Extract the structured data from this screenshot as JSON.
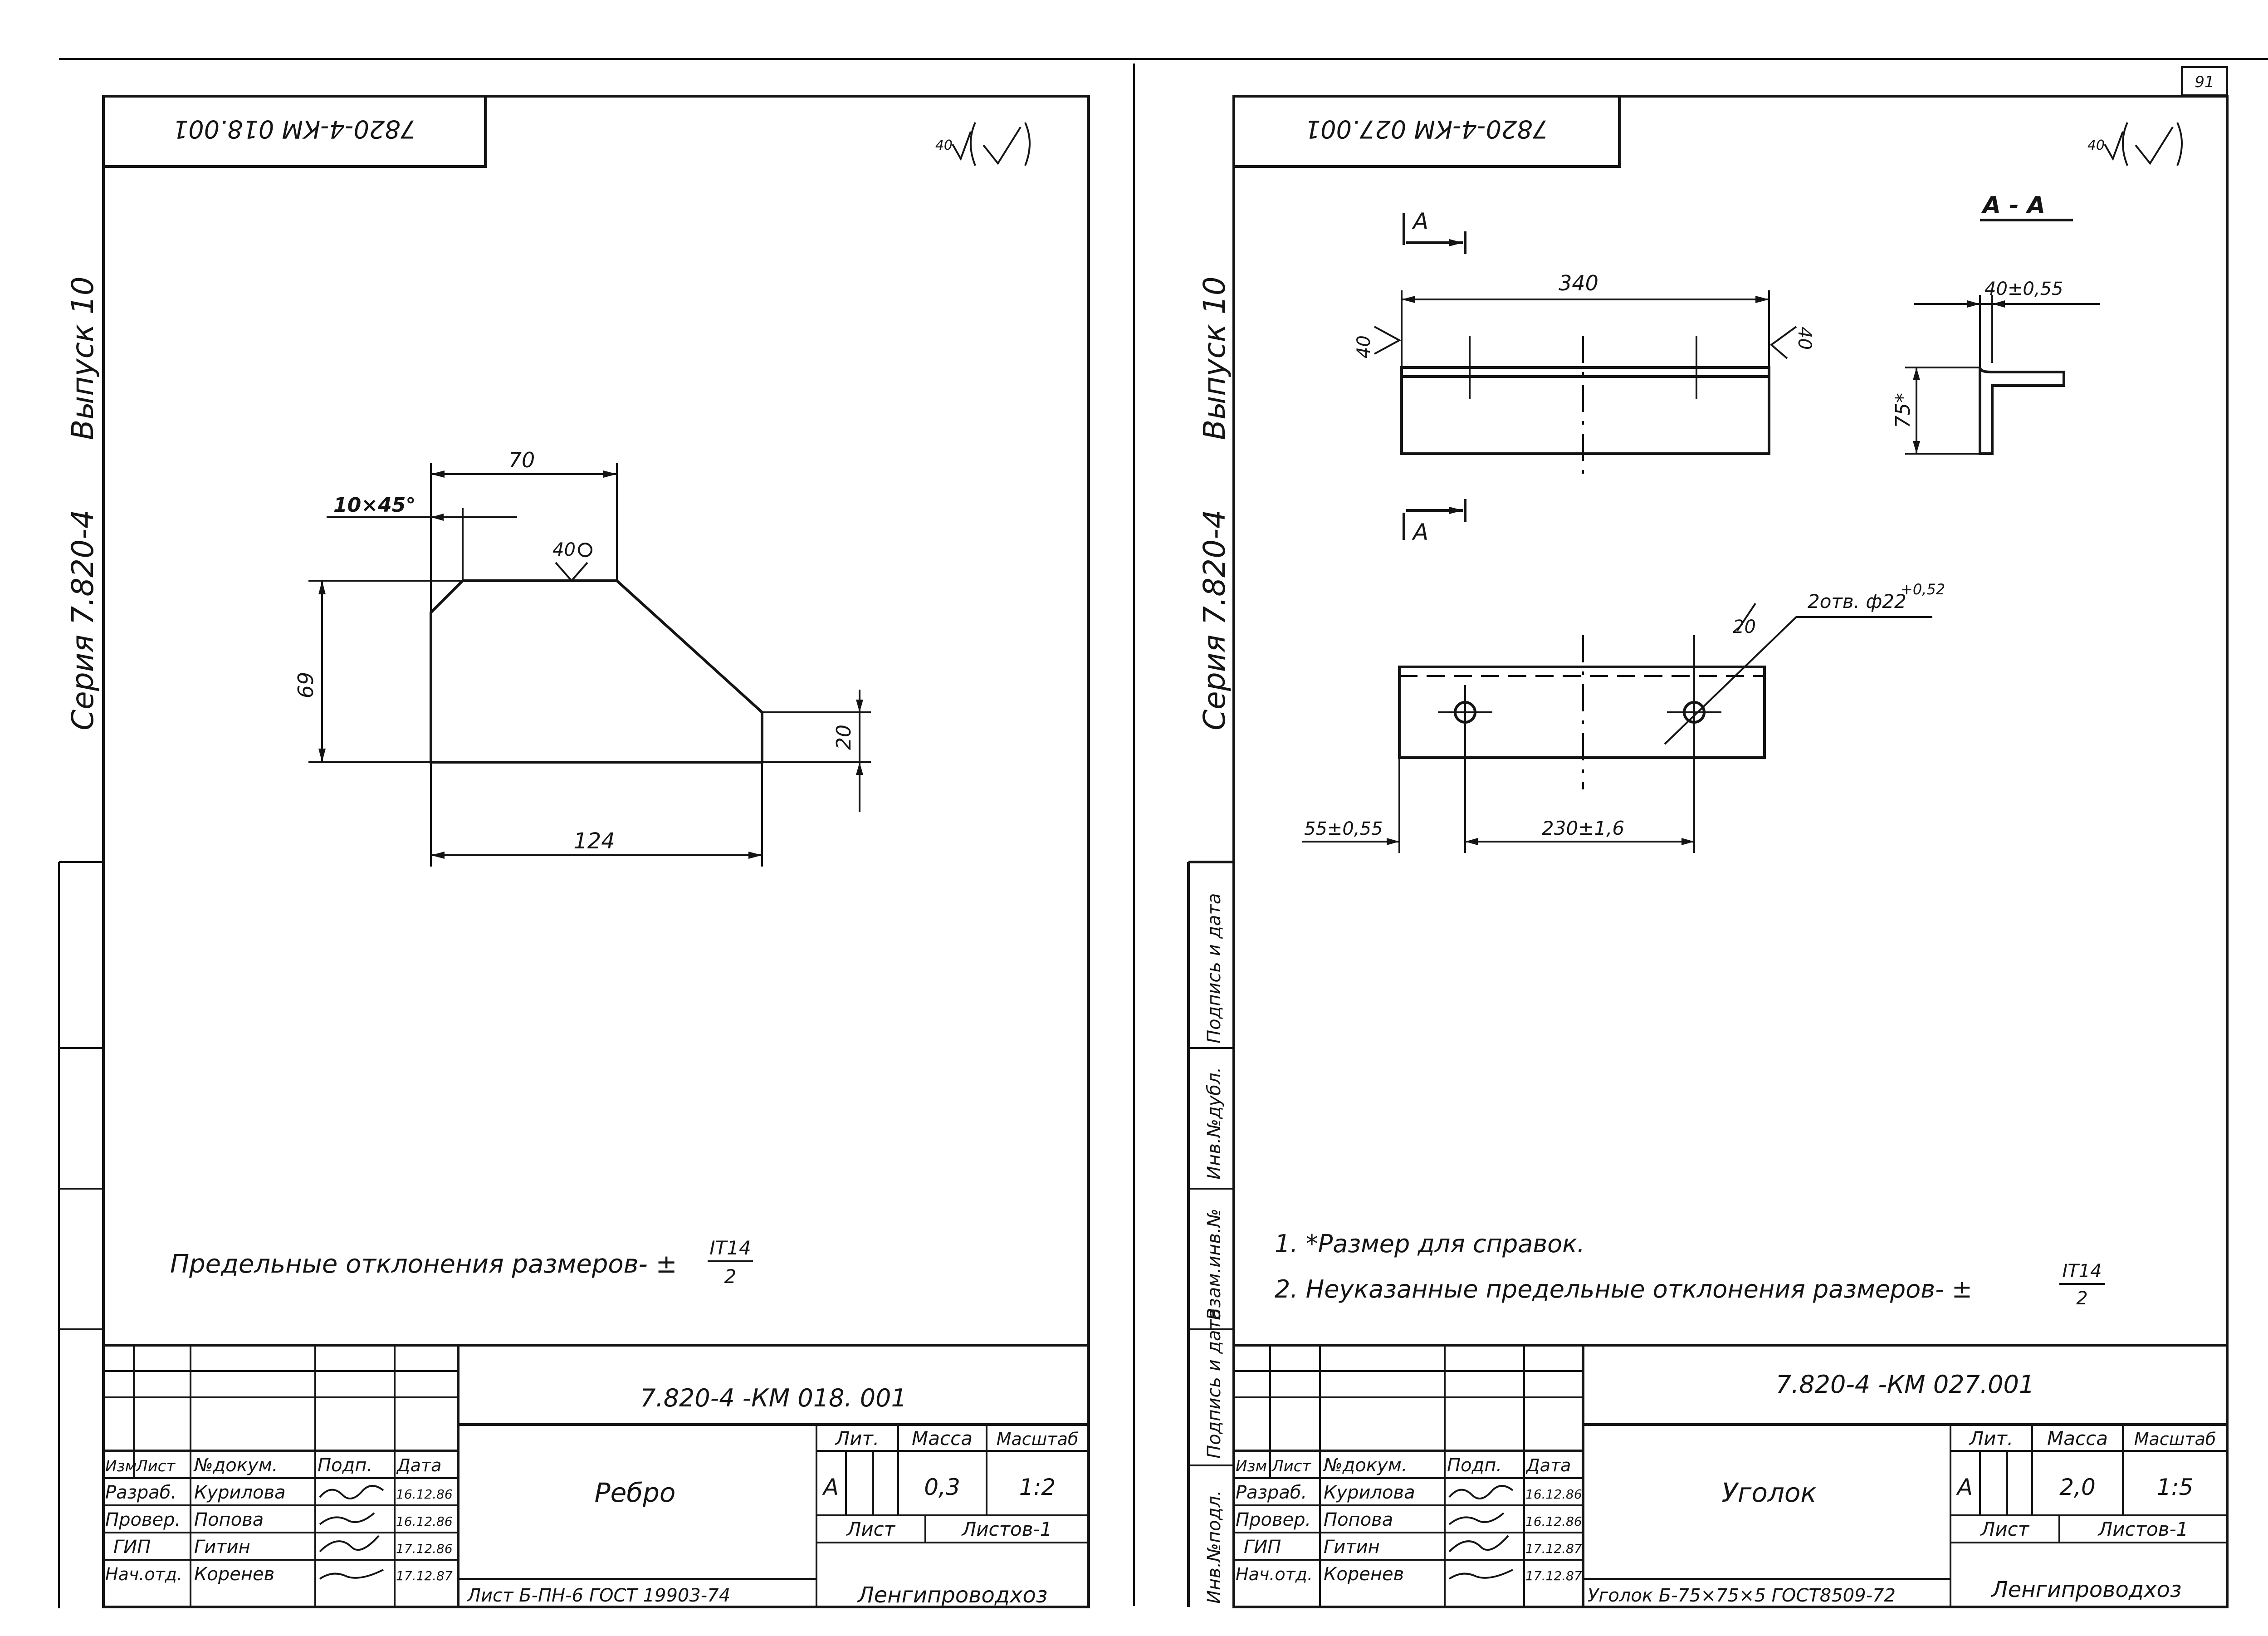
{
  "page_number": "91",
  "left": {
    "mirrored_code": "7820-4-КМ 018.001",
    "side_series": "Серия 7.820-4",
    "side_issue": "Выпуск 10",
    "roughness": "40",
    "dims": {
      "top": "70",
      "chamfer": "10×45°",
      "height": "69",
      "base": "124",
      "right": "20"
    },
    "weld": "40",
    "note": "Предельные отклонения размеров- ±",
    "note_frac_num": "IT14",
    "note_frac_den": "2",
    "title_code": "7.820-4 -КМ 018. 001",
    "name": "Ребро",
    "header": {
      "izm": "Изм",
      "list": "Лист",
      "doc": "№докум.",
      "sign": "Подп.",
      "date": "Дата"
    },
    "rows": [
      {
        "role": "Разраб.",
        "name": "Курилова",
        "date": "16.12.86"
      },
      {
        "role": "Провер.",
        "name": "Попова",
        "date": "16.12.86"
      },
      {
        "role": "ГИП",
        "name": "Гитин",
        "date": "17.12.86"
      },
      {
        "role": "Нач.отд.",
        "name": "Коренев",
        "date": "17.12.87"
      }
    ],
    "lit_label": "Лит.",
    "mass_label": "Масса",
    "scale_label": "Масштаб",
    "lit": "А",
    "mass": "0,3",
    "scale": "1:2",
    "sheet_label": "Лист",
    "sheets_label": "Листов-1",
    "material": "Лист Б-ПН-6 ГОСТ 19903-74",
    "org": "Ленгипроводхоз"
  },
  "right": {
    "mirrored_code": "7820-4-КМ 027.001",
    "side_series": "Серия 7.820-4",
    "side_issue": "Выпуск 10",
    "roughness": "40",
    "section": "А - А",
    "cut_label": "А",
    "dims": {
      "length": "340",
      "weld_l": "40",
      "weld_r": "40",
      "flange": "40±0,55",
      "height": "75*",
      "holes": "2отв. ф22",
      "holes_tol": "+0,52",
      "weld": "20",
      "edge": "55±0,55",
      "spacing": "230±1,6"
    },
    "note1": "1. *Размер для справок.",
    "note2": "2. Неуказанные предельные отклонения размеров- ±",
    "note_frac_num": "IT14",
    "note_frac_den": "2",
    "title_code": "7.820-4 -КМ 027.001",
    "name": "Уголок",
    "side_stamps": [
      "Взам.инв.№",
      "Инв.№дубл.",
      "Подпись и дата",
      "Подпись и дата",
      "Инв.№подл."
    ],
    "header": {
      "izm": "Изм",
      "list": "Лист",
      "doc": "№докум.",
      "sign": "Подп.",
      "date": "Дата"
    },
    "rows": [
      {
        "role": "Разраб.",
        "name": "Курилова",
        "date": "16.12.86"
      },
      {
        "role": "Провер.",
        "name": "Попова",
        "date": "16.12.86"
      },
      {
        "role": "ГИП",
        "name": "Гитин",
        "date": "17.12.87"
      },
      {
        "role": "Нач.отд.",
        "name": "Коренев",
        "date": "17.12.87"
      }
    ],
    "lit_label": "Лит.",
    "mass_label": "Масса",
    "scale_label": "Масштаб",
    "lit": "А",
    "mass": "2,0",
    "scale": "1:5",
    "sheet_label": "Лист",
    "sheets_label": "Листов-1",
    "material": "Уголок Б-75×75×5 ГОСТ8509-72",
    "org": "Ленгипроводхоз"
  }
}
